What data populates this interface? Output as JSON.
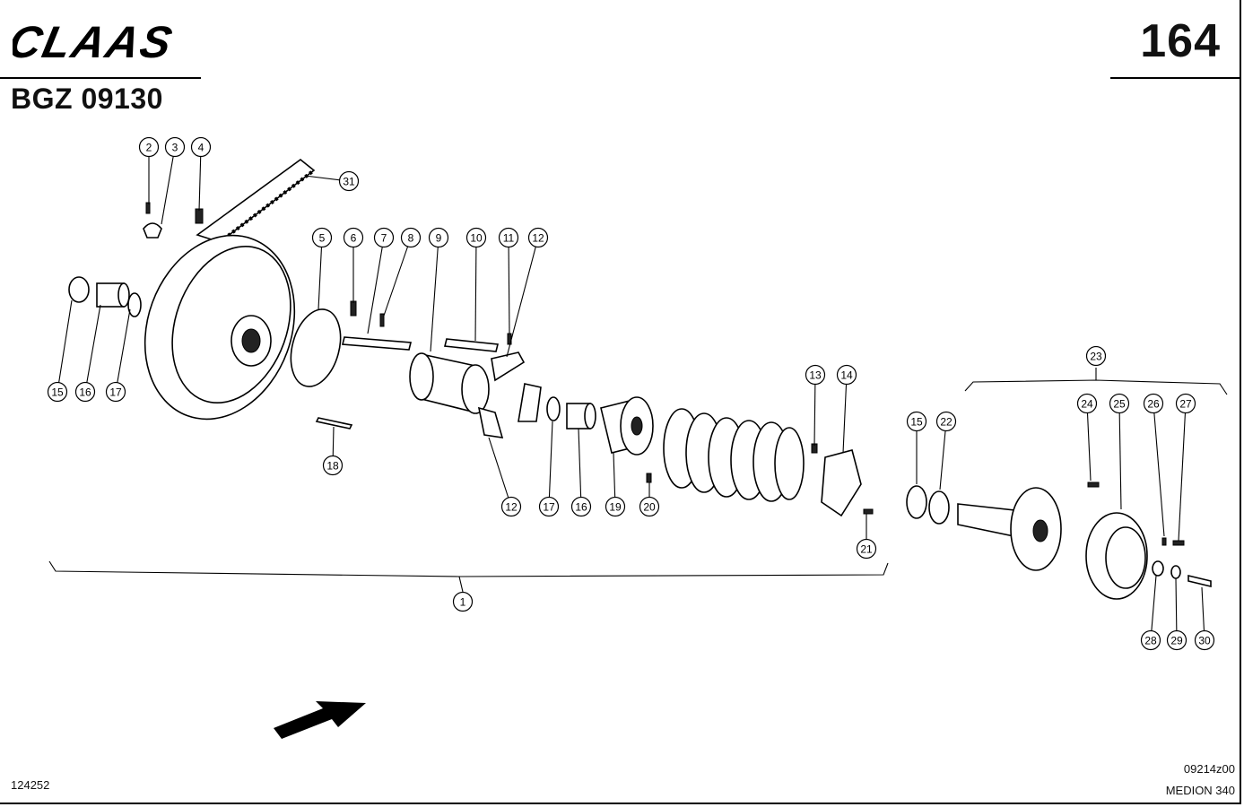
{
  "header": {
    "brand": "CLAAS",
    "page_number": "164",
    "doc_code": "BGZ 09130"
  },
  "footer": {
    "left_number": "124252",
    "drawing_code": "09214z00",
    "model": "MEDION 340"
  },
  "callouts": [
    "2",
    "3",
    "4",
    "31",
    "5",
    "6",
    "7",
    "8",
    "9",
    "10",
    "11",
    "12",
    "15",
    "16",
    "17",
    "18",
    "13",
    "14",
    "12",
    "17",
    "16",
    "19",
    "20",
    "21",
    "1",
    "23",
    "15",
    "22",
    "24",
    "25",
    "26",
    "27",
    "28",
    "29",
    "30"
  ]
}
